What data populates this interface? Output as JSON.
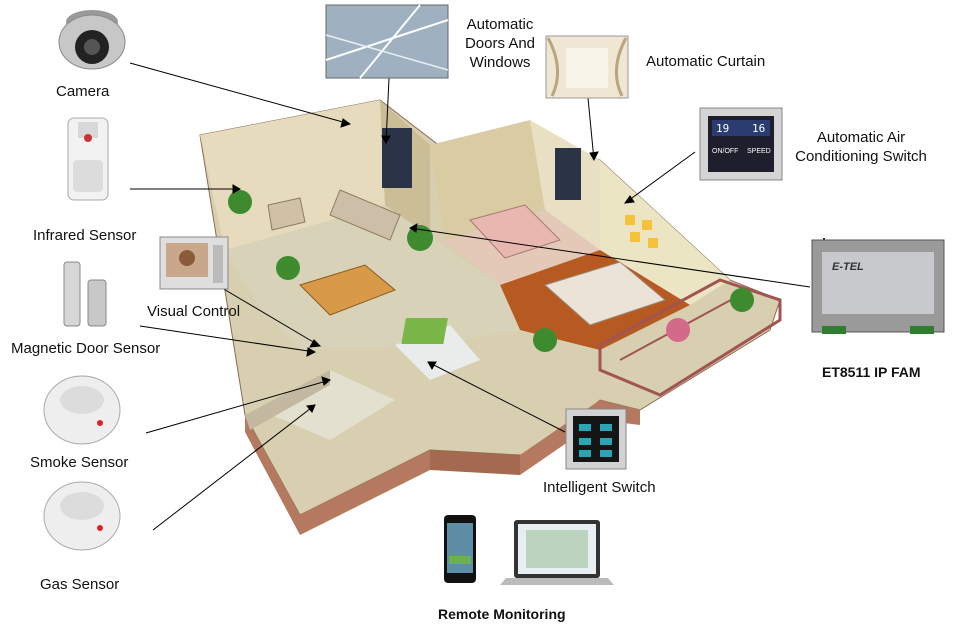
{
  "labels": {
    "camera": "Camera",
    "infrared_sensor": "Infrared Sensor",
    "magnetic_door_sensor": "Magnetic Door Sensor",
    "smoke_sensor": "Smoke Sensor",
    "gas_sensor": "Gas Sensor",
    "visual_control": "Visual Control",
    "automatic_doors_line1": "Automatic",
    "automatic_doors_line2": "Doors And",
    "automatic_doors_line3": "Windows",
    "automatic_curtain": "Automatic Curtain",
    "ac_switch_line1": "Automatic Air",
    "ac_switch_line2": "Conditioning Switch",
    "et8511": "ET8511 IP FAM",
    "intelligent_switch": "Intelligent Switch",
    "remote_monitoring": "Remote Monitoring"
  },
  "device_text": {
    "brand": "E-TEL",
    "ac_display_left": "19",
    "ac_display_right": "16",
    "ac_btn_left": "ON/OFF",
    "ac_btn_right": "SPEED"
  },
  "colors": {
    "wall": "#a7715a",
    "floor_wood": "#b0541e",
    "floor_tile": "#d8d2b6",
    "wallpaper": "#e8dcbf",
    "accent_green": "#2f7d2f",
    "line": "#000000"
  }
}
